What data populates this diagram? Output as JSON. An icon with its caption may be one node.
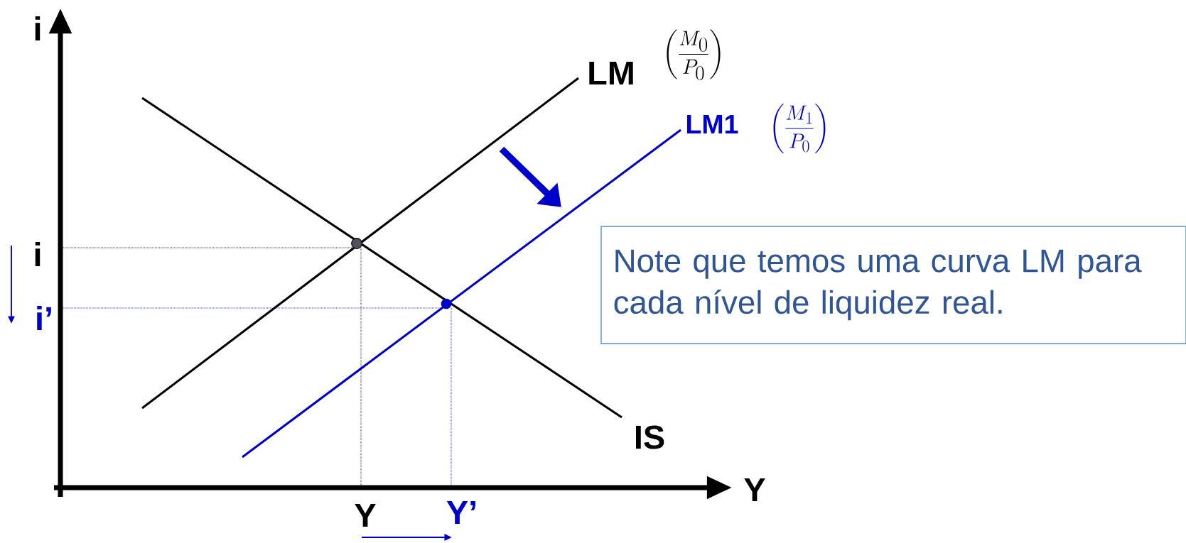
{
  "diagram": {
    "nodes": [
      {
        "text": [
          "Note que temos uma curva LM para cada nível de liquidez real."
        ]
      }
    ],
    "labels": [
      "i",
      "Y",
      "LM",
      "\\left(\\frac{M_0}{P_0}\\right)",
      "LM1",
      "\\left(\\frac{M_1}{P_0}\\right)",
      "IS",
      "i",
      "i’",
      "Y",
      "Y’"
    ]
  }
}
